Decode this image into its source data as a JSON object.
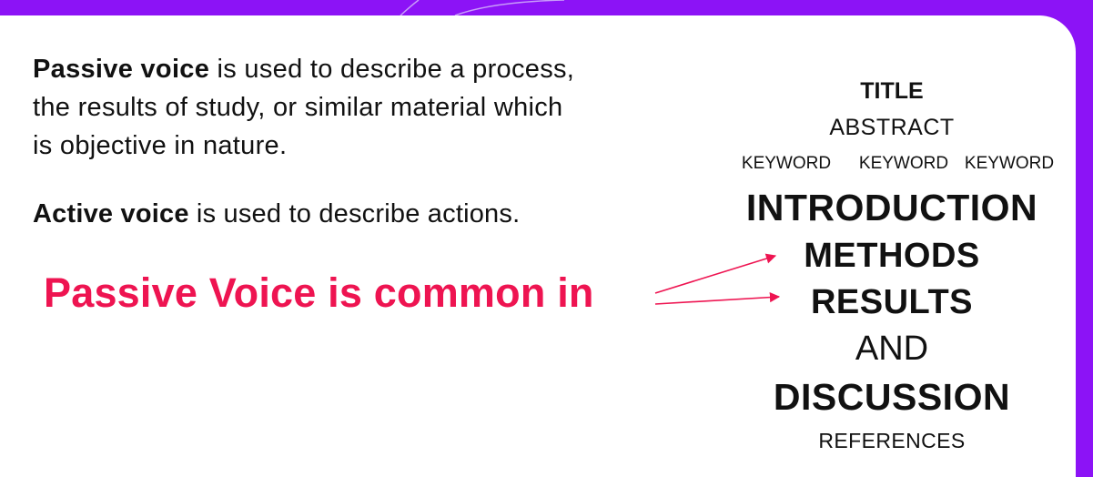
{
  "colors": {
    "background": "#8c13f6",
    "card": "#ffffff",
    "callout": "#ee1451",
    "text": "#111111"
  },
  "left": {
    "passive_bold": "Passive voice",
    "passive_line1_rest": " is used to describe a process,",
    "passive_line2": "the results of study, or similar material which",
    "passive_line3": "is objective in nature.",
    "active_bold": "Active voice",
    "active_rest": " is used to describe actions.",
    "callout": "Passive Voice is common in"
  },
  "structure": {
    "title": "TITLE",
    "abstract": "ABSTRACT",
    "keywords": [
      "KEYWORD",
      "KEYWORD",
      "KEYWORD"
    ],
    "introduction": "INTRODUCTION",
    "methods": "METHODS",
    "results": "RESULTS",
    "and": "AND",
    "discussion": "DISCUSSION",
    "references": "REFERENCES"
  }
}
